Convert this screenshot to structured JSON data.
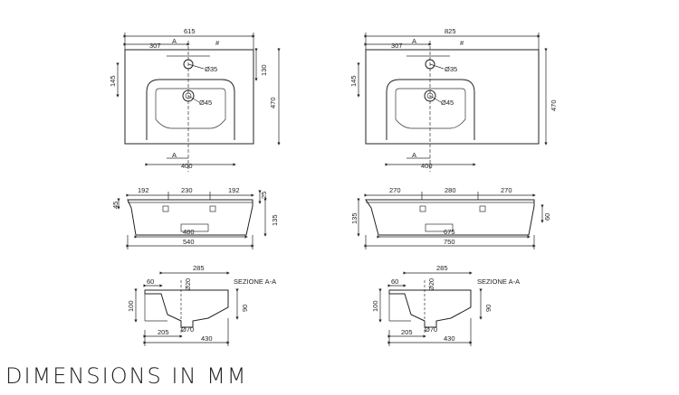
{
  "caption": "DIMENSIONS IN MM",
  "small": {
    "plan": {
      "width": "615",
      "offset": "307",
      "section_mark": "A",
      "hash": "#",
      "tap_hole": "Ø35",
      "drain": "Ø45",
      "tap_depth": "145",
      "tap_to_edge": "130",
      "depth": "470",
      "bowl": "400"
    },
    "front": {
      "seg_left": "192",
      "seg_mid": "230",
      "seg_right": "192",
      "side_left": "45",
      "side_right_top": "25",
      "height": "135",
      "inner": "480",
      "total": "540"
    },
    "section": {
      "title": "SEZIONE A-A",
      "overflow": "Ø20",
      "drain": "Ø70",
      "top": "285",
      "lip": "60",
      "left_h": "100",
      "right_h": "90",
      "bottom_a": "205",
      "bottom_b": "430"
    }
  },
  "large": {
    "plan": {
      "width": "825",
      "offset": "307",
      "section_mark": "A",
      "hash": "#",
      "tap_hole": "Ø35",
      "drain": "Ø45",
      "tap_depth": "145",
      "depth": "470",
      "bowl": "400"
    },
    "front": {
      "seg_left": "270",
      "seg_mid": "280",
      "seg_right": "270",
      "side_left": "135",
      "side_right": "60",
      "inner": "675",
      "total": "750"
    },
    "section": {
      "title": "SEZIONE A-A",
      "overflow": "Ø20",
      "drain": "Ø70",
      "top": "285",
      "lip": "60",
      "left_h": "100",
      "right_h": "90",
      "bottom_a": "205",
      "bottom_b": "430"
    }
  }
}
